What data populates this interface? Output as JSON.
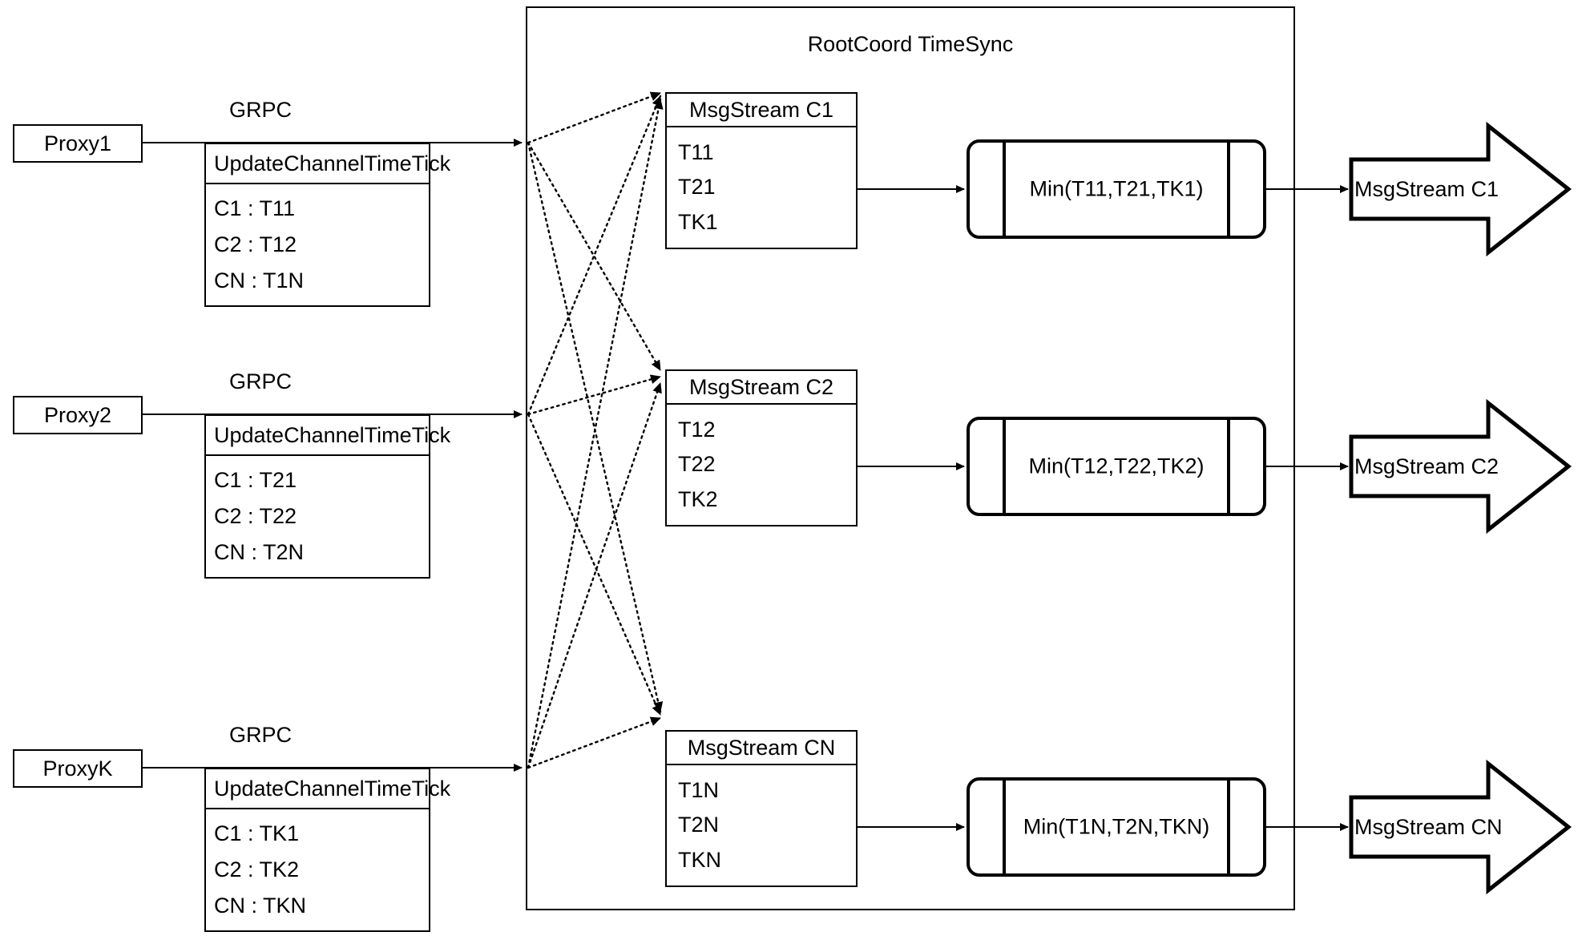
{
  "diagram": {
    "title": "RootCoord TimeSync",
    "container_label": "RootCoord TimeSync",
    "grpc_label": "GRPC",
    "proxies": [
      {
        "name": "Proxy1",
        "link_label": "GRPC",
        "request": {
          "header": "UpdateChannelTimeTick",
          "rows": [
            "C1 :  T11",
            "C2 :  T12",
            "CN : T1N"
          ]
        }
      },
      {
        "name": "Proxy2",
        "link_label": "GRPC",
        "request": {
          "header": "UpdateChannelTimeTick",
          "rows": [
            "C1 :  T21",
            "C2 :  T22",
            "CN : T2N"
          ]
        }
      },
      {
        "name": "ProxyK",
        "link_label": "GRPC",
        "request": {
          "header": "UpdateChannelTimeTick",
          "rows": [
            "C1 :  TK1",
            "C2 :  TK2",
            "CN : TKN"
          ]
        }
      }
    ],
    "channels": [
      {
        "msgstream": {
          "header": "MsgStream C1",
          "rows": [
            "T11",
            "T21",
            "TK1"
          ]
        },
        "process": "Min(T11,T21,TK1)",
        "output": "MsgStream C1"
      },
      {
        "msgstream": {
          "header": "MsgStream C2",
          "rows": [
            "T12",
            "T22",
            "TK2"
          ]
        },
        "process": "Min(T12,T22,TK2)",
        "output": "MsgStream C2"
      },
      {
        "msgstream": {
          "header": "MsgStream CN",
          "rows": [
            "T1N",
            "T2N",
            "TKN"
          ]
        },
        "process": "Min(T1N,T2N,TKN)",
        "output": "MsgStream CN"
      }
    ],
    "colors": {
      "stroke": "#000000",
      "background": "#ffffff"
    }
  }
}
